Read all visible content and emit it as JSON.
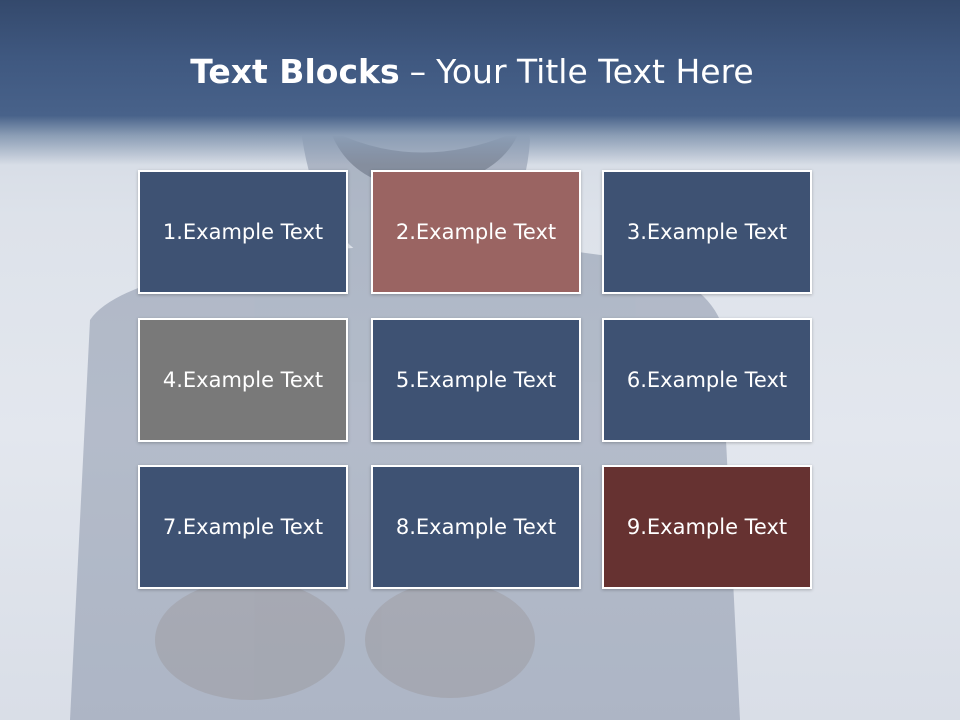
{
  "title": {
    "bold_part": "Text Blocks",
    "separator": "–",
    "rest": "Your Title Text Here"
  },
  "blocks": [
    {
      "label": "1.Example Text",
      "color": "#3e5273"
    },
    {
      "label": "2.Example Text",
      "color": "#9a6462"
    },
    {
      "label": "3.Example Text",
      "color": "#3e5273"
    },
    {
      "label": "4.Example Text",
      "color": "#797979"
    },
    {
      "label": "5.Example Text",
      "color": "#3e5273"
    },
    {
      "label": "6.Example Text",
      "color": "#3e5273"
    },
    {
      "label": "7.Example Text",
      "color": "#3e5273"
    },
    {
      "label": "8.Example Text",
      "color": "#3e5273"
    },
    {
      "label": "9.Example Text",
      "color": "#663231"
    }
  ]
}
